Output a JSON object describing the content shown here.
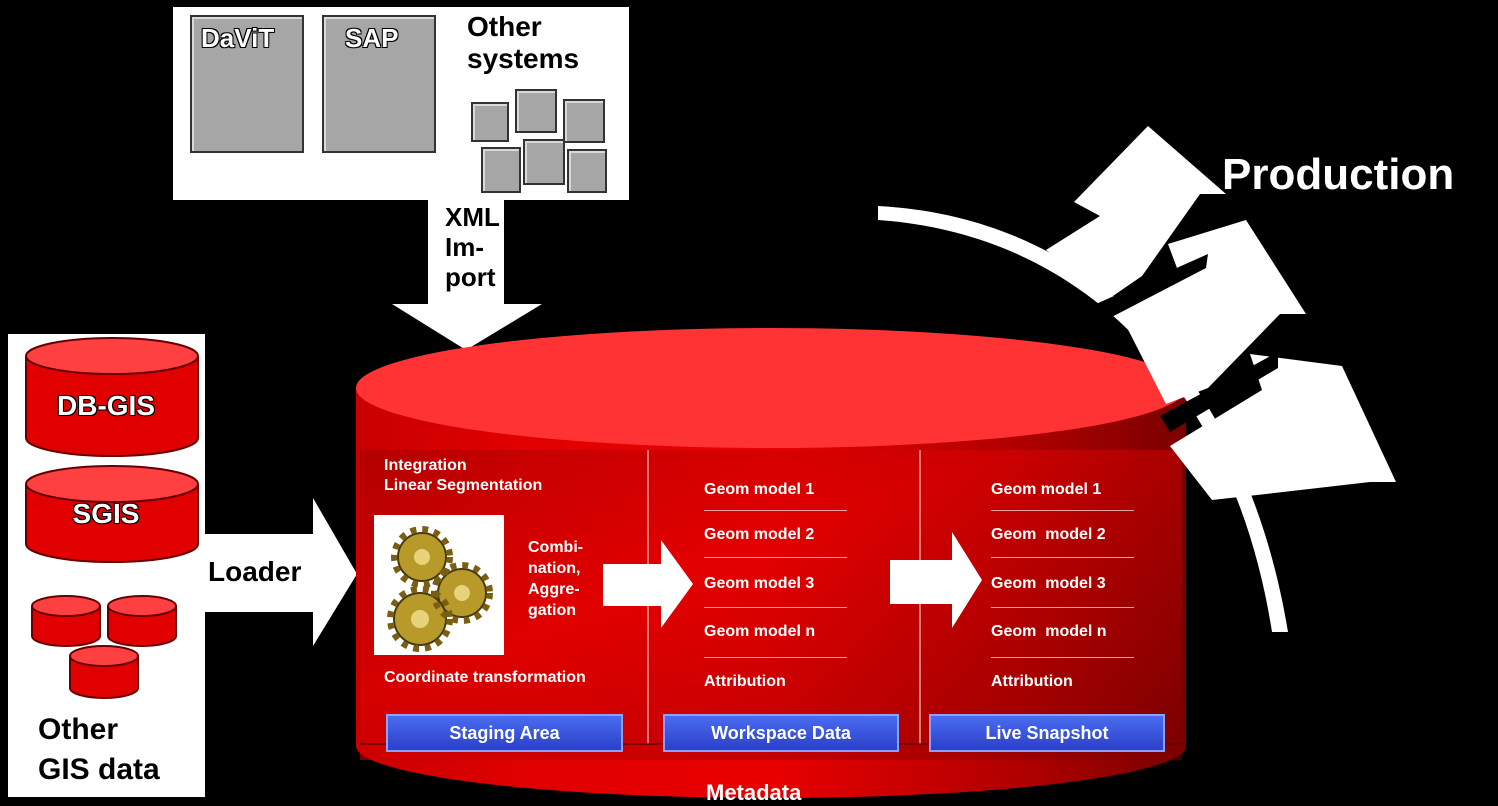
{
  "top_panel": {
    "systems": [
      "DaViT",
      "SAP"
    ],
    "other_systems_label": "Other\nsystems"
  },
  "xml_import_label": "XML\nIm-\nport",
  "left_panel": {
    "databases": [
      "DB-GIS",
      "SGIS"
    ],
    "other_gis_label": "Other\nGIS data"
  },
  "loader_label": "Loader",
  "production_label": "Production",
  "staging": {
    "heading": "Integration\nLinear Segmentation",
    "combination_label": "Combi-\nnation,\nAggre-\ngation",
    "coordinate_label": "Coordinate transformation",
    "button_label": "Staging Area"
  },
  "workspace": {
    "models": [
      "Geom model 1",
      "Geom model 2",
      "Geom model 3",
      "Geom model n",
      "Attribution"
    ],
    "button_label": "Workspace Data"
  },
  "live": {
    "models": [
      "Geom model 1",
      "Geom  model 2",
      "Geom  model 3",
      "Geom  model n",
      "Attribution"
    ],
    "button_label": "Live Snapshot"
  },
  "metadata_label": "Metadata",
  "colors": {
    "cylinder_red": "#e00000",
    "cylinder_top": "#ff3333",
    "button_blue": "#3a55e0"
  }
}
